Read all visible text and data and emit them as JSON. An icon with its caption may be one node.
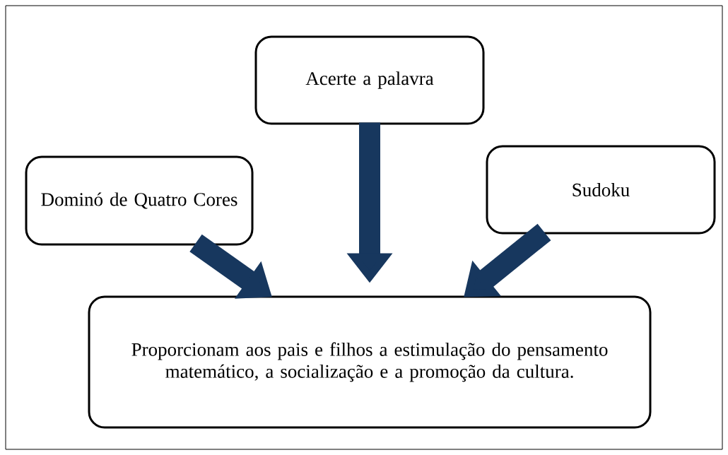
{
  "diagram": {
    "nodes": [
      {
        "text": [
          "Dominó de Quatro Cores"
        ]
      },
      {
        "text": [
          "Acerte a palavra"
        ]
      },
      {
        "text": [
          "Sudoku"
        ]
      },
      {
        "text": [
          "Proporcionam aos pais e filhos a estimulação do pensamento matemático, a socialização e a promoção da cultura."
        ]
      }
    ],
    "edges": [
      {
        "from": 0,
        "to": 3,
        "arrow": "to"
      },
      {
        "from": 1,
        "to": 3,
        "arrow": "to"
      },
      {
        "from": 2,
        "to": 3,
        "arrow": "to"
      }
    ]
  }
}
